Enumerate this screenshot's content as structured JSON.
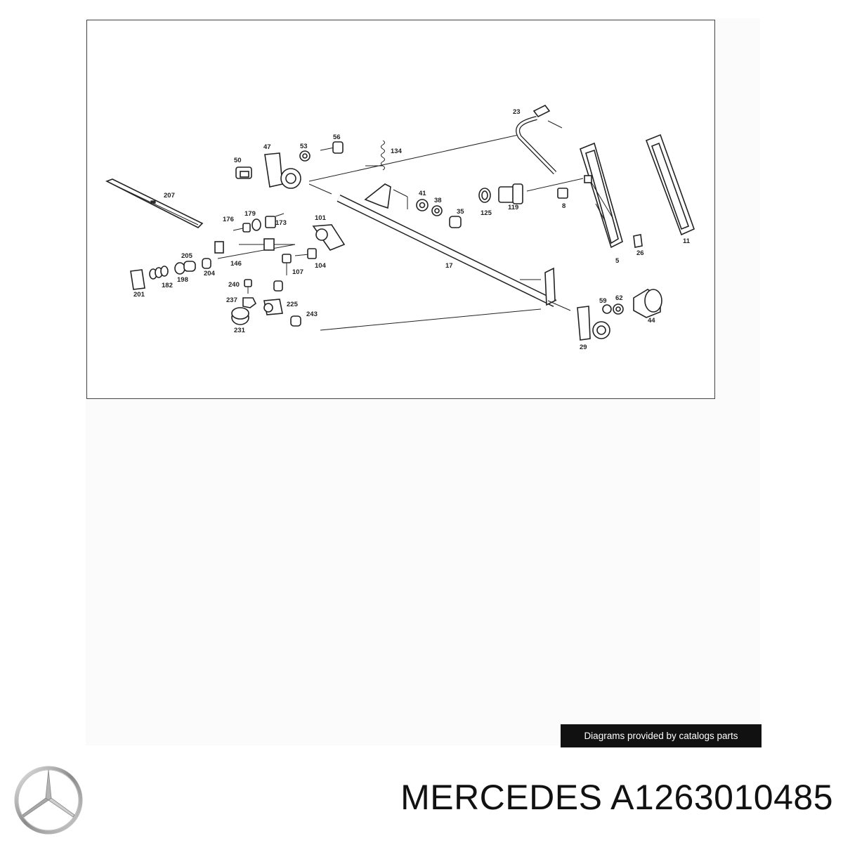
{
  "diagram": {
    "callouts": [
      "23",
      "134",
      "56",
      "53",
      "47",
      "50",
      "207",
      "41",
      "38",
      "35",
      "125",
      "119",
      "8",
      "5",
      "26",
      "11",
      "176",
      "179",
      "173",
      "101",
      "205",
      "146",
      "204",
      "107",
      "104",
      "201",
      "182",
      "198",
      "17",
      "240",
      "237",
      "225",
      "243",
      "231",
      "59",
      "62",
      "44",
      "29"
    ]
  },
  "credit": {
    "text": "Diagrams provided by catalogs parts"
  },
  "brand": {
    "logo_icon": "mercedes-star-icon"
  },
  "title": {
    "text": "MERCEDES A1263010485"
  }
}
